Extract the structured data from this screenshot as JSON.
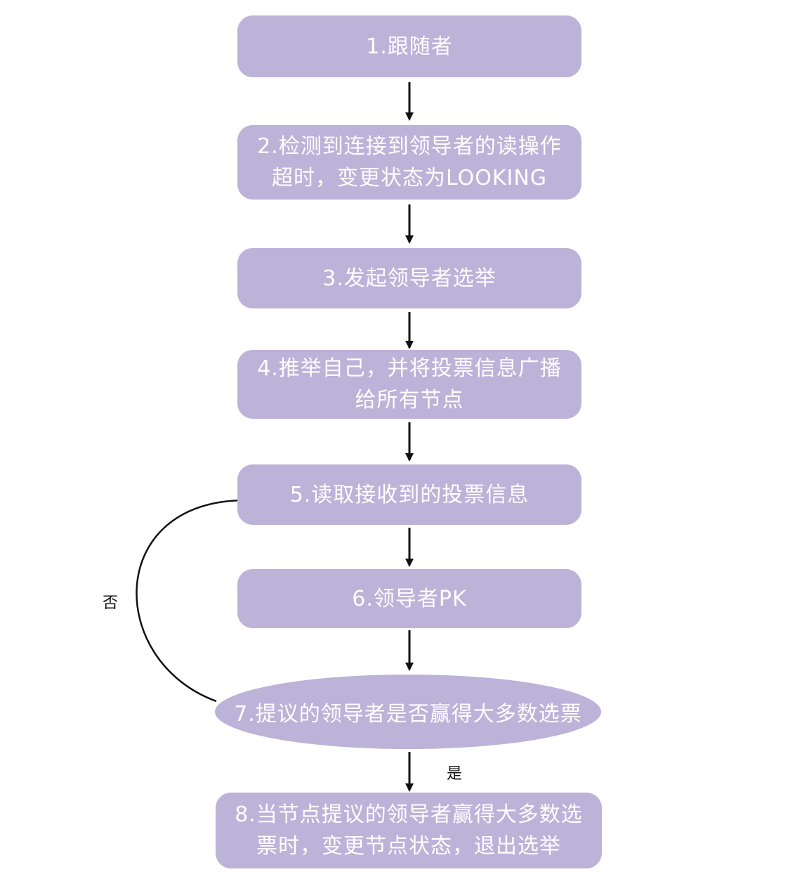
{
  "colors": {
    "node_fill": "#bdb2d8",
    "node_text": "#ffffff",
    "arrow": "#111111"
  },
  "nodes": [
    {
      "label": "1.跟随者"
    },
    {
      "label": "2.检测到连接到领导者的读操作超时，变更状态为LOOKING"
    },
    {
      "label": "3.发起领导者选举"
    },
    {
      "label": "4.推举自己，并将投票信息广播给所有节点"
    },
    {
      "label": "5.读取接收到的投票信息"
    },
    {
      "label": "6.领导者PK"
    },
    {
      "label": "7.提议的领导者是否赢得大多数选票"
    },
    {
      "label": "8.当节点提议的领导者赢得大多数选票时，变更节点状态，退出选举"
    }
  ],
  "edge_labels": {
    "no": "否",
    "yes": "是"
  }
}
